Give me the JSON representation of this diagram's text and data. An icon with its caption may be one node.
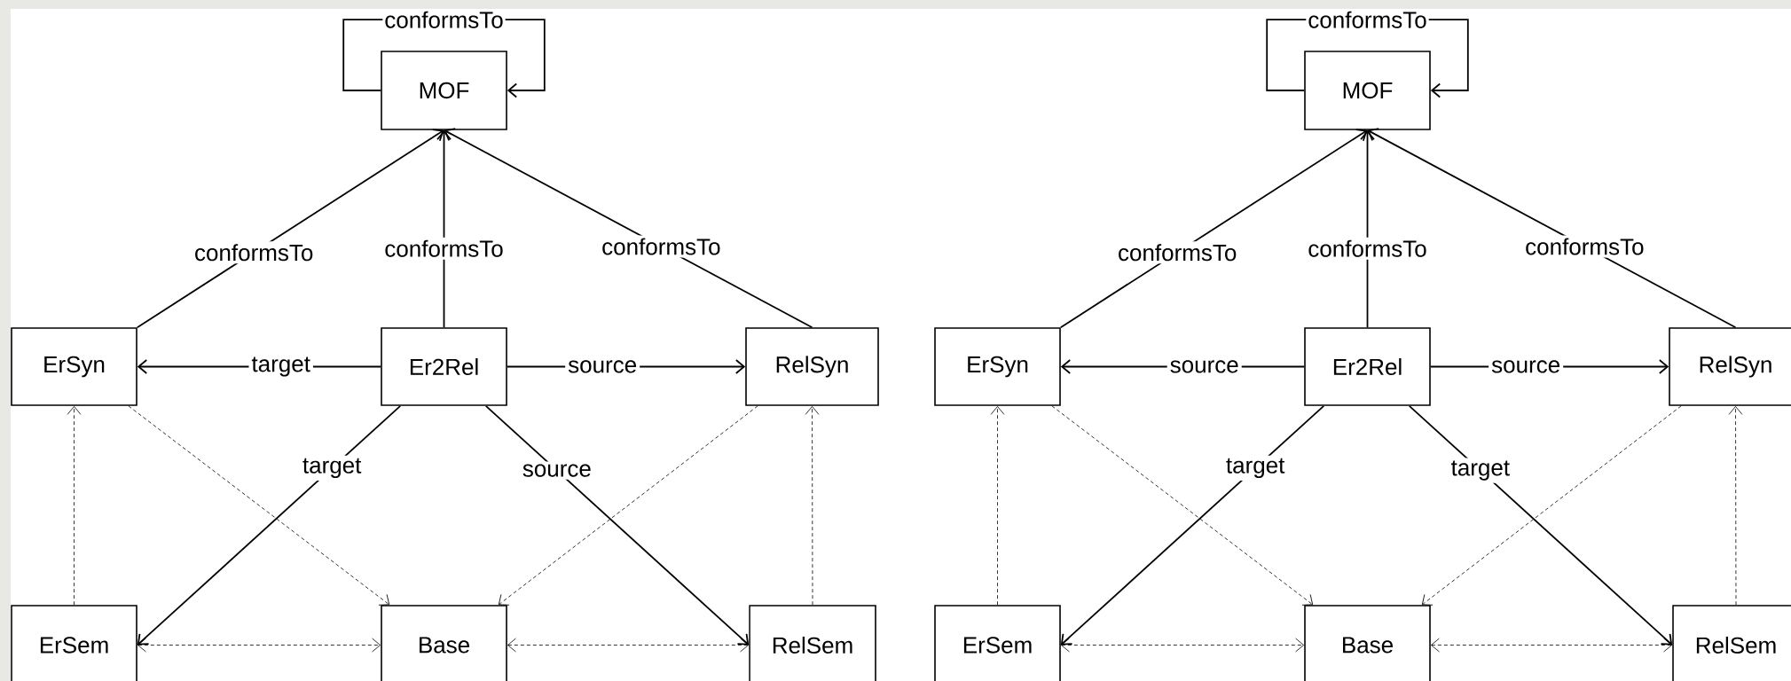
{
  "diagram": {
    "nodes": [
      {
        "text": [
          "MOF"
        ]
      },
      {
        "text": [
          "ErSyn"
        ]
      },
      {
        "text": [
          "Er2Rel"
        ]
      },
      {
        "text": [
          "RelSyn"
        ]
      },
      {
        "text": [
          "ErSem"
        ]
      },
      {
        "text": [
          "Base"
        ]
      },
      {
        "text": [
          "RelSem"
        ]
      },
      {
        "text": [
          "MOF"
        ]
      },
      {
        "text": [
          "ErSyn"
        ]
      },
      {
        "text": [
          "Er2Rel"
        ]
      },
      {
        "text": [
          "RelSyn"
        ]
      },
      {
        "text": [
          "ErSem"
        ]
      },
      {
        "text": [
          "Base"
        ]
      },
      {
        "text": [
          "RelSem"
        ]
      }
    ],
    "edges": [
      {
        "from": 0,
        "to": 0,
        "arrow": "to",
        "label": "conformsTo"
      },
      {
        "from": 1,
        "to": 0,
        "arrow": "to",
        "label": "conformsTo"
      },
      {
        "from": 2,
        "to": 0,
        "arrow": "to",
        "label": "conformsTo"
      },
      {
        "from": 3,
        "to": 0,
        "arrow": "to",
        "label": "conformsTo"
      },
      {
        "from": 2,
        "to": 1,
        "arrow": "to",
        "label": "target"
      },
      {
        "from": 2,
        "to": 3,
        "arrow": "to",
        "label": "source"
      },
      {
        "from": 2,
        "to": 4,
        "arrow": "to",
        "label": "target"
      },
      {
        "from": 2,
        "to": 6,
        "arrow": "to",
        "label": "source"
      },
      {
        "from": 4,
        "to": 1,
        "arrow": "to",
        "style": "dashed"
      },
      {
        "from": 1,
        "to": 5,
        "arrow": "to",
        "style": "dashed"
      },
      {
        "from": 3,
        "to": 5,
        "arrow": "to",
        "style": "dashed"
      },
      {
        "from": 6,
        "to": 3,
        "arrow": "to",
        "style": "dashed"
      },
      {
        "from": 4,
        "to": 5,
        "arrow": "both",
        "style": "dashed"
      },
      {
        "from": 5,
        "to": 6,
        "arrow": "both",
        "style": "dashed"
      },
      {
        "from": 7,
        "to": 7,
        "arrow": "to",
        "label": "conformsTo"
      },
      {
        "from": 8,
        "to": 7,
        "arrow": "to",
        "label": "conformsTo"
      },
      {
        "from": 9,
        "to": 7,
        "arrow": "to",
        "label": "conformsTo"
      },
      {
        "from": 10,
        "to": 7,
        "arrow": "to",
        "label": "conformsTo"
      },
      {
        "from": 9,
        "to": 8,
        "arrow": "to",
        "label": "source"
      },
      {
        "from": 9,
        "to": 10,
        "arrow": "to",
        "label": "source"
      },
      {
        "from": 9,
        "to": 11,
        "arrow": "to",
        "label": "target"
      },
      {
        "from": 9,
        "to": 13,
        "arrow": "to",
        "label": "target"
      },
      {
        "from": 11,
        "to": 8,
        "arrow": "to",
        "style": "dashed"
      },
      {
        "from": 8,
        "to": 12,
        "arrow": "to",
        "style": "dashed"
      },
      {
        "from": 10,
        "to": 12,
        "arrow": "to",
        "style": "dashed"
      },
      {
        "from": 13,
        "to": 10,
        "arrow": "to",
        "style": "dashed"
      },
      {
        "from": 11,
        "to": 12,
        "arrow": "both",
        "style": "dashed"
      },
      {
        "from": 12,
        "to": 13,
        "arrow": "both",
        "style": "dashed"
      }
    ]
  }
}
